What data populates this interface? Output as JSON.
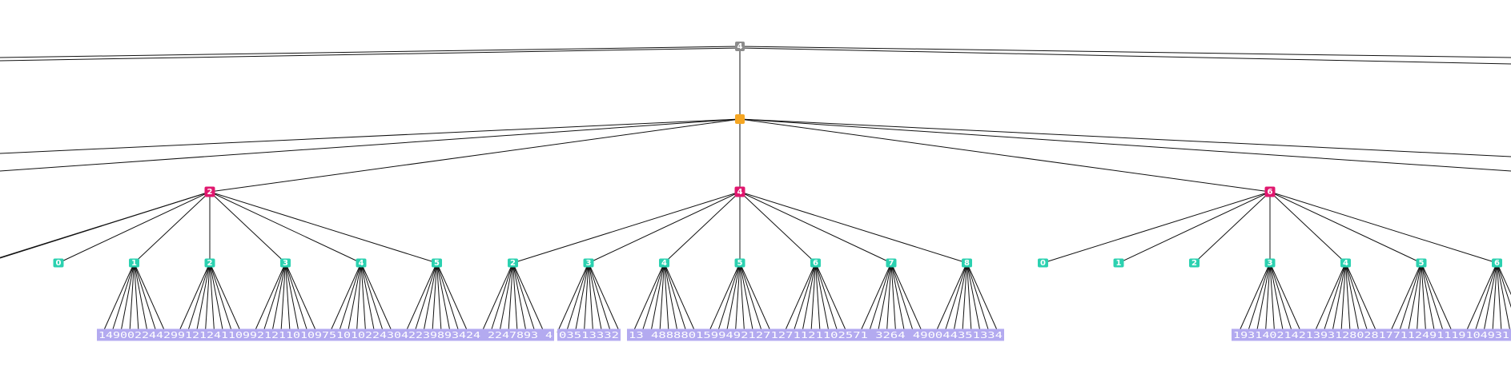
{
  "colors": {
    "root": "#8c8c8c",
    "level1": "#f5a623",
    "level2": "#e0176e",
    "level3": "#2bd1b0",
    "leaf_band": "#b3aaf0",
    "edge": "#111111"
  },
  "tree": {
    "root": {
      "label": "4"
    },
    "level1": {
      "label": ""
    },
    "groups": [
      {
        "label": "2",
        "children": [
          {
            "label": "",
            "leaves": 0
          },
          {
            "label": "0",
            "leaves": 0
          },
          {
            "label": "1",
            "leaves": 8
          },
          {
            "label": "2",
            "leaves": 8
          },
          {
            "label": "3",
            "leaves": 8
          },
          {
            "label": "4",
            "leaves": 8
          },
          {
            "label": "5",
            "leaves": 8
          }
        ]
      },
      {
        "label": "4",
        "children": [
          {
            "label": "2",
            "leaves": 8
          },
          {
            "label": "3",
            "leaves": 8
          },
          {
            "label": "4",
            "leaves": 8
          },
          {
            "label": "5",
            "leaves": 8
          },
          {
            "label": "6",
            "leaves": 8
          },
          {
            "label": "7",
            "leaves": 8
          },
          {
            "label": "8",
            "leaves": 8
          }
        ]
      },
      {
        "label": "6",
        "children": [
          {
            "label": "0",
            "leaves": 0
          },
          {
            "label": "1",
            "leaves": 0
          },
          {
            "label": "2",
            "leaves": 0
          },
          {
            "label": "3",
            "leaves": 8
          },
          {
            "label": "4",
            "leaves": 8
          },
          {
            "label": "5",
            "leaves": 8
          },
          {
            "label": "6",
            "leaves": 8
          }
        ]
      }
    ]
  },
  "leaf_bands": [
    {
      "text": "14900224429912124110992121101097510102243042239893424 2247893 4"
    },
    {
      "text": "03513332"
    },
    {
      "text": "13 48888015994921271271121102571 3264 490044351334"
    },
    {
      "text": "19314021421393128028177112491119104931"
    }
  ]
}
